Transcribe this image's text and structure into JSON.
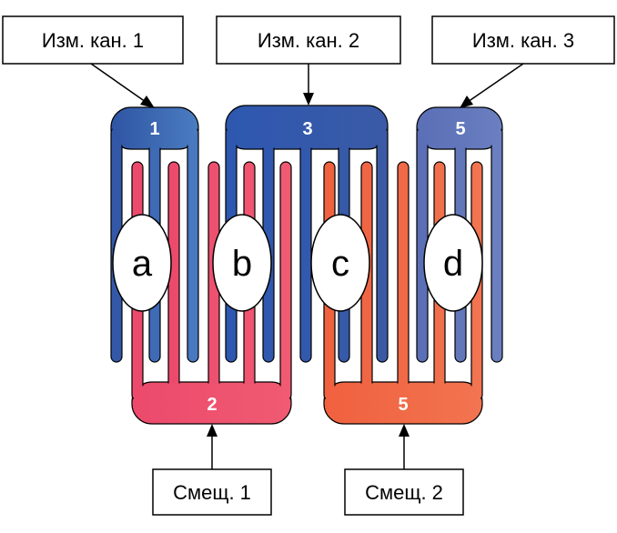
{
  "labels": {
    "meas1": "Изм. кан. 1",
    "meas2": "Изм. кан. 2",
    "meas3": "Изм. кан. 3",
    "bias1": "Смещ. 1",
    "bias2": "Смещ. 2"
  },
  "electrodes": {
    "top_left": "1",
    "top_mid": "3",
    "top_right": "5",
    "bottom_left": "2",
    "bottom_right": "5"
  },
  "regions": [
    "a",
    "b",
    "c",
    "d"
  ],
  "colors": {
    "blue_dark": "#2f55a3",
    "blue_light": "#4a7cc1",
    "blue_violet": "#5c6fb5",
    "pink": "#ee4d70",
    "orange": "#f06a4a",
    "outline": "#000000"
  }
}
